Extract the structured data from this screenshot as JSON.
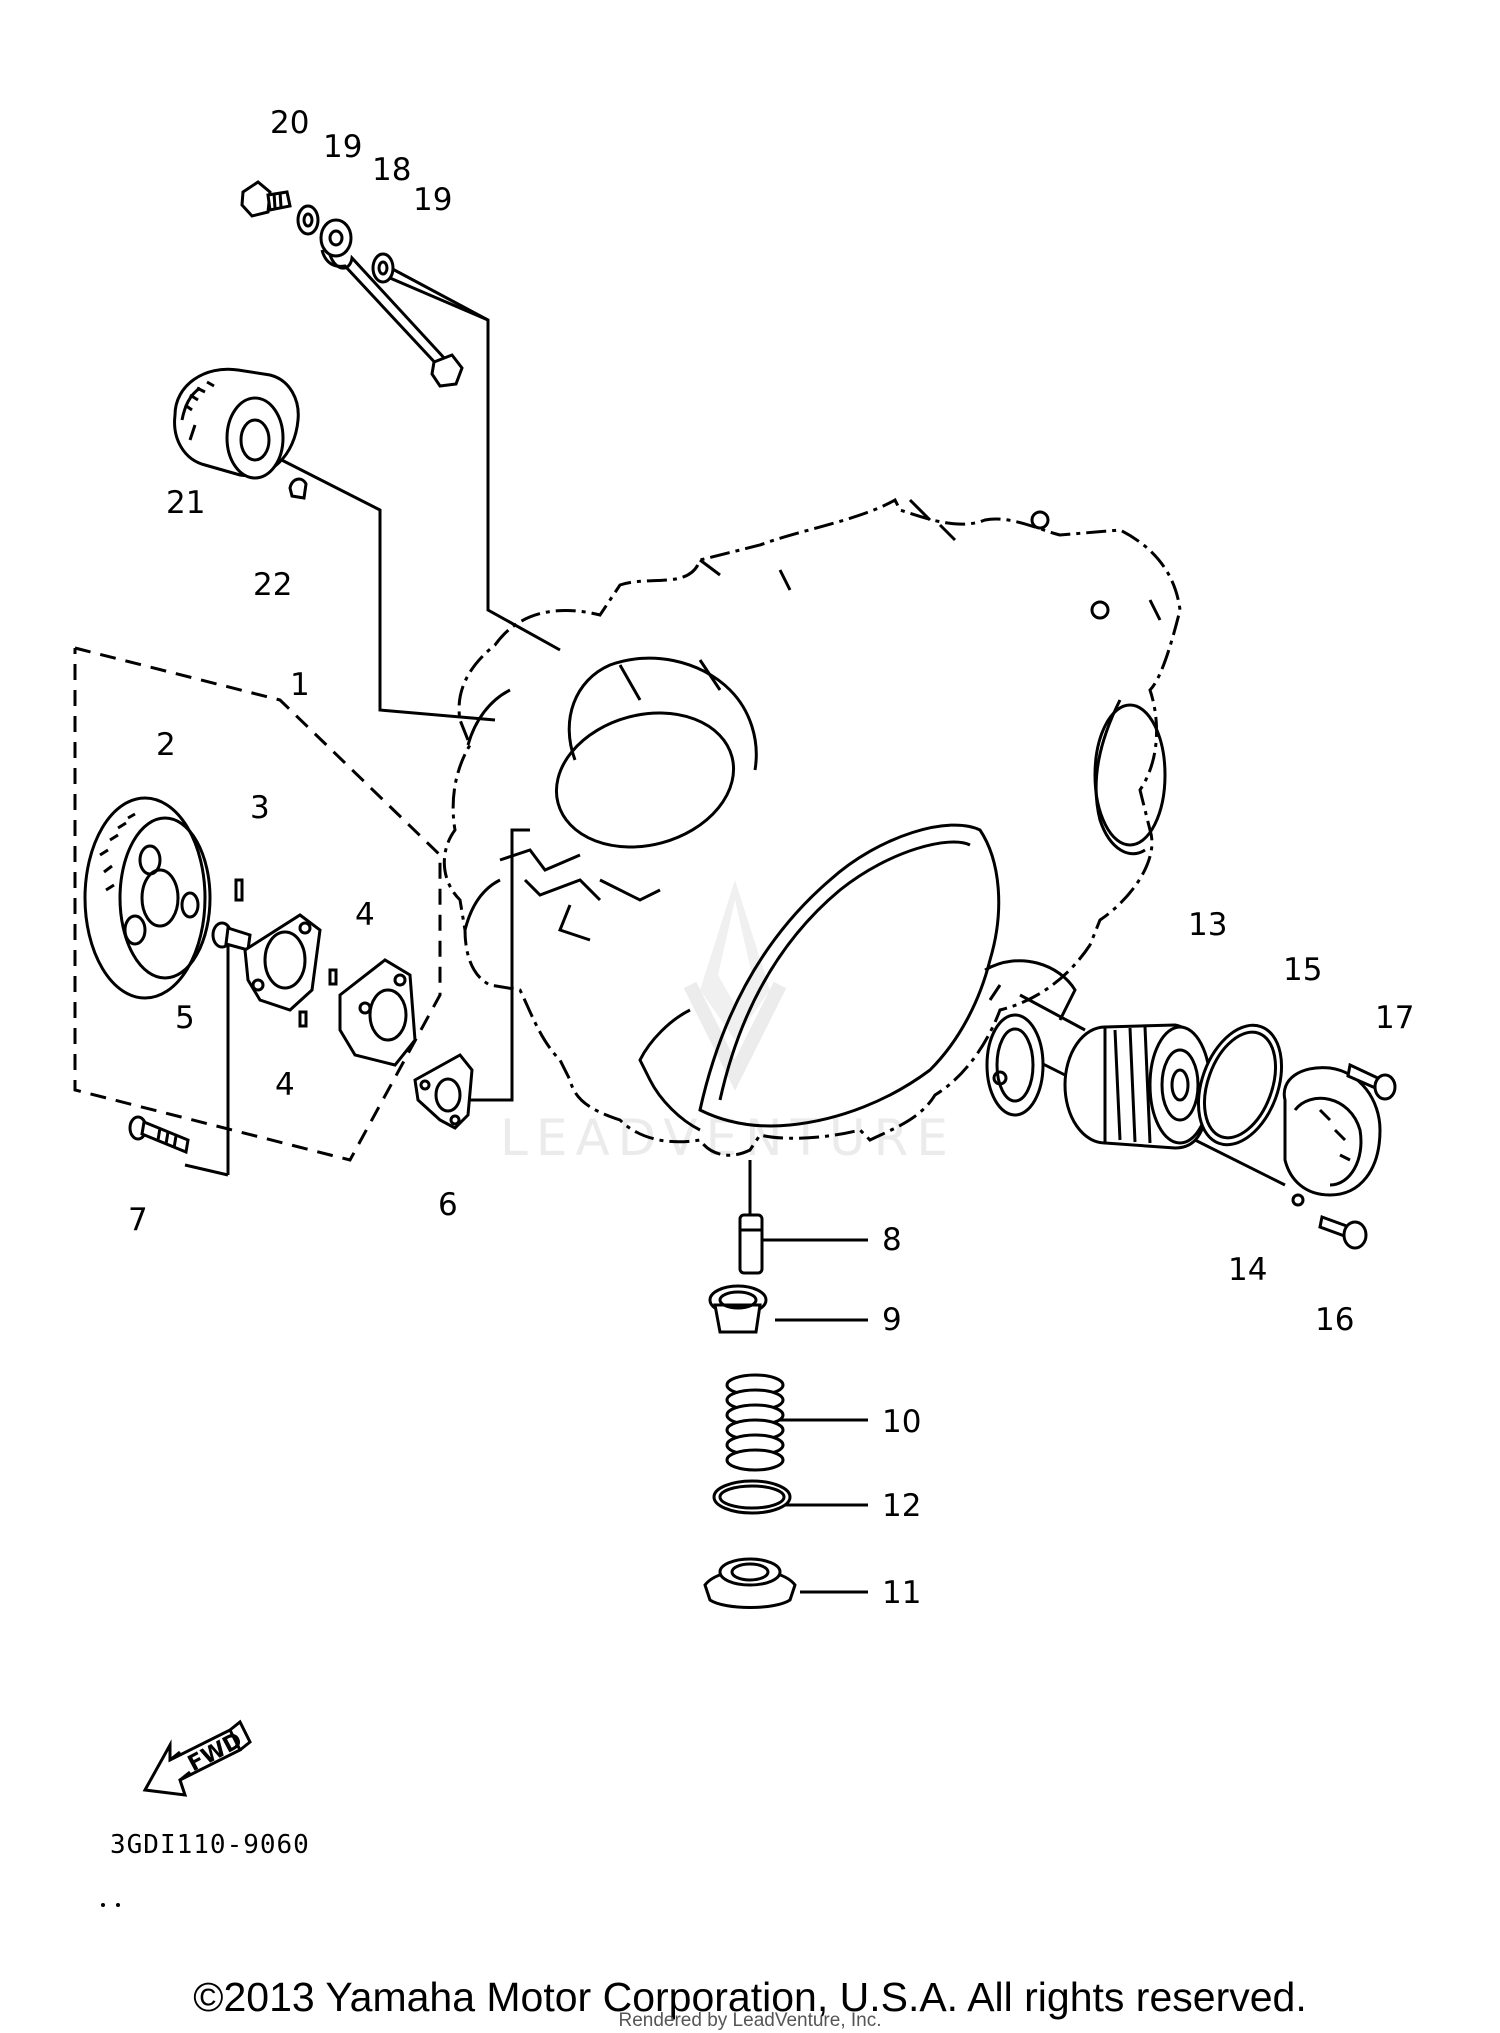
{
  "diagram": {
    "parts": [
      {
        "id": "20",
        "label": "20"
      },
      {
        "id": "19a",
        "label": "19"
      },
      {
        "id": "18",
        "label": "18"
      },
      {
        "id": "19b",
        "label": "19"
      },
      {
        "id": "21",
        "label": "21"
      },
      {
        "id": "22",
        "label": "22"
      },
      {
        "id": "1",
        "label": "1"
      },
      {
        "id": "2",
        "label": "2"
      },
      {
        "id": "3",
        "label": "3"
      },
      {
        "id": "4a",
        "label": "4"
      },
      {
        "id": "4b",
        "label": "4"
      },
      {
        "id": "5",
        "label": "5"
      },
      {
        "id": "6",
        "label": "6"
      },
      {
        "id": "7",
        "label": "7"
      },
      {
        "id": "8",
        "label": "8"
      },
      {
        "id": "9",
        "label": "9"
      },
      {
        "id": "10",
        "label": "10"
      },
      {
        "id": "11",
        "label": "11"
      },
      {
        "id": "12",
        "label": "12"
      },
      {
        "id": "13",
        "label": "13"
      },
      {
        "id": "14",
        "label": "14"
      },
      {
        "id": "15",
        "label": "15"
      },
      {
        "id": "16",
        "label": "16"
      },
      {
        "id": "17",
        "label": "17"
      }
    ],
    "direction_arrow_label": "FWD",
    "diagram_code": "3GDI110-9060",
    "watermark": "LEADVENTURE"
  },
  "footer": {
    "copyright": "©2013 Yamaha Motor Corporation, U.S.A. All rights reserved.",
    "rendered_by": "Rendered by LeadVenture, Inc."
  }
}
